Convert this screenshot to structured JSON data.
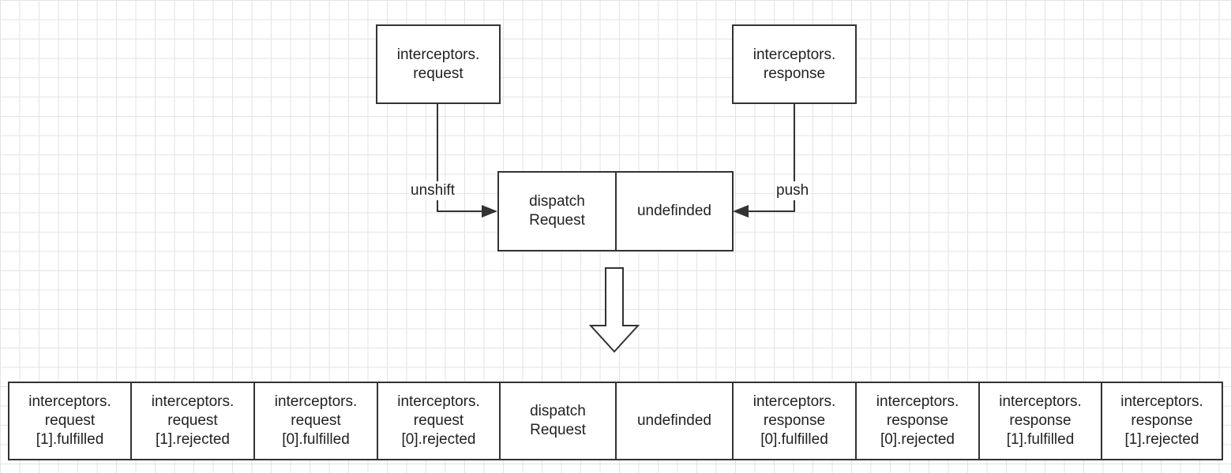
{
  "top_nodes": {
    "request": "interceptors.\nrequest",
    "response": "interceptors.\nresponse"
  },
  "middle_chain": {
    "dispatch": "dispatch\nRequest",
    "undefined": "undefinded"
  },
  "edge_labels": {
    "left": "unshift",
    "right": "push"
  },
  "bottom_chain": [
    "interceptors.\nrequest\n[1].fulfilled",
    "interceptors.\nrequest\n[1].rejected",
    "interceptors.\nrequest\n[0].fulfilled",
    "interceptors.\nrequest\n[0].rejected",
    "dispatch\nRequest",
    "undefinded",
    "interceptors.\nresponse\n[0].fulfilled",
    "interceptors.\nresponse\n[0].rejected",
    "interceptors.\nresponse\n[1].fulfilled",
    "interceptors.\nresponse\n[1].rejected"
  ],
  "colors": {
    "stroke": "#333333",
    "grid": "#e3e3e3",
    "text": "#222222"
  }
}
